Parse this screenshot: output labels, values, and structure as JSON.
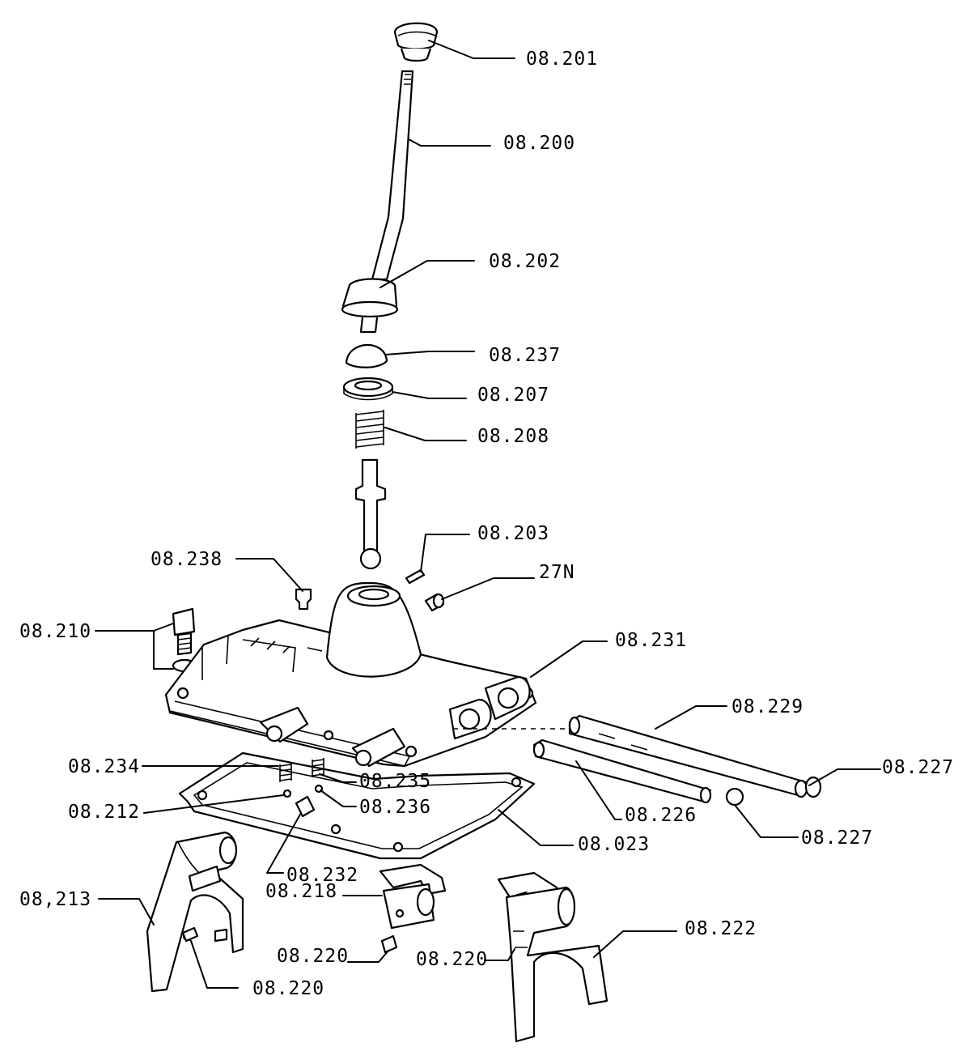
{
  "labels": {
    "l201": "08.201",
    "l200": "08.200",
    "l202": "08.202",
    "l237": "08.237",
    "l207": "08.207",
    "l208": "08.208",
    "l203": "08.203",
    "l27n": "27N",
    "l238": "08.238",
    "l210": "08.210",
    "l231": "08.231",
    "l229": "08.229",
    "l227a": "08.227",
    "l234": "08.234",
    "l235": "08.235",
    "l212": "08.212",
    "l236": "08.236",
    "l226": "08.226",
    "l227b": "08.227",
    "l023": "08.023",
    "l232": "08.232",
    "l218": "08.218",
    "l213": "08,213",
    "l222": "08.222",
    "l220a": "08.220",
    "l220b": "08.220",
    "l220c": "08.220"
  },
  "colors": {
    "ink": "#000000",
    "paper": "#ffffff"
  }
}
